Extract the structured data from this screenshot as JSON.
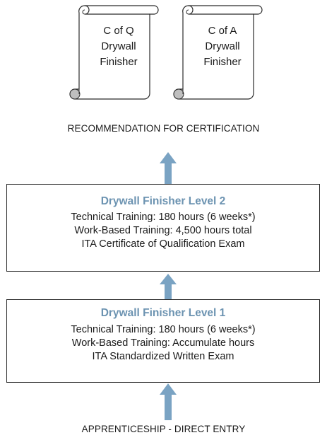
{
  "certificates": [
    {
      "lines": [
        "C of Q",
        "Drywall",
        "Finisher"
      ]
    },
    {
      "lines": [
        "C of A",
        "Drywall",
        "Finisher"
      ]
    }
  ],
  "recommendation_label": "RECOMMENDATION FOR CERTIFICATION",
  "levels": [
    {
      "title": "Drywall Finisher Level 2",
      "lines": [
        "Technical Training:  180 hours (6 weeks*)",
        "Work-Based Training: 4,500 hours total",
        "ITA Certificate of Qualification Exam"
      ]
    },
    {
      "title": "Drywall Finisher Level 1",
      "lines": [
        "Technical Training:  180 hours (6 weeks*)",
        "Work-Based Training: Accumulate hours",
        "ITA Standardized Written Exam"
      ]
    }
  ],
  "entry_label": "APPRENTICESHIP - DIRECT ENTRY",
  "colors": {
    "accent": "#6c93b1",
    "arrow": "#7aa3c3"
  }
}
